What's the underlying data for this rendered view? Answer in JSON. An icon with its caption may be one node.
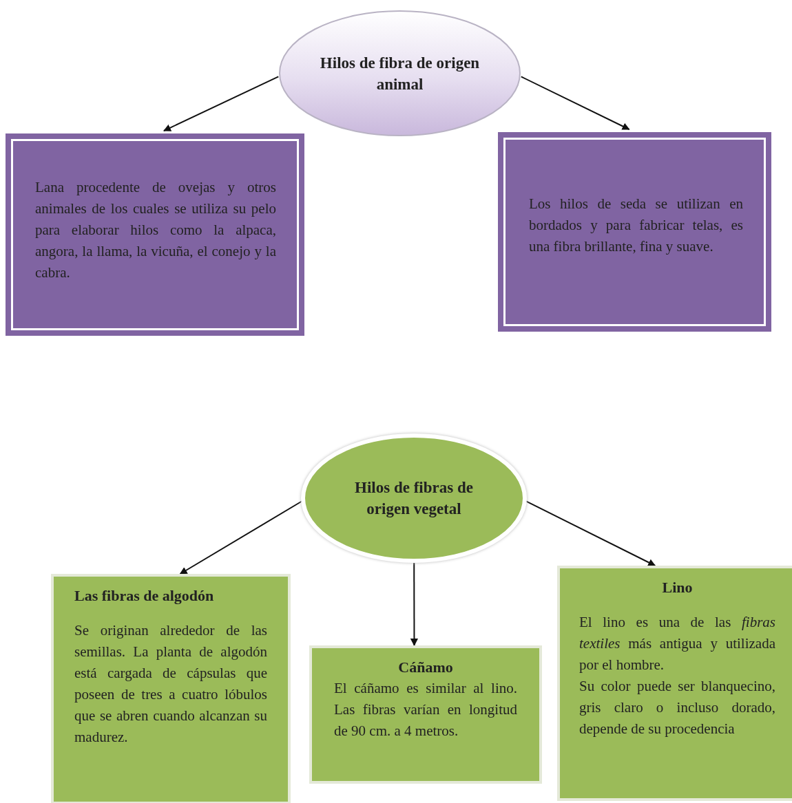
{
  "diagram": {
    "nodes": [
      {
        "text": [
          "Hilos de fibra de origen animal"
        ]
      },
      {
        "text": [
          "Lana procedente de ovejas y otros animales de los cuales se utiliza su pelo para elaborar hilos como la alpaca, angora, la llama, la vicuña, el conejo y la cabra."
        ]
      },
      {
        "text": [
          "Los hilos de seda se utilizan en bordados y para fabricar telas, es una fibra brillante, fina y suave."
        ]
      },
      {
        "text": [
          "Hilos de fibras de origen vegetal"
        ]
      },
      {
        "text": [
          "Las fibras de algodón",
          "Se originan alrededor de las semillas. La planta de algodón está cargada de cápsulas que poseen de tres a cuatro lóbulos que se abren cuando alcanzan su madurez."
        ]
      },
      {
        "text": [
          "Cáñamo",
          "El cáñamo es similar al lino. Las fibras varían en longitud de 90 cm. a 4 metros."
        ]
      },
      {
        "text": [
          "Lino",
          "El lino es una de las *fibras textiles* más antigua y utilizada por el hombre.",
          "Su color puede ser blanquecino, gris claro o incluso dorado, depende de su procedencia"
        ]
      }
    ],
    "edges": [
      {
        "from": 0,
        "to": 1,
        "arrow": "to"
      },
      {
        "from": 0,
        "to": 2,
        "arrow": "to"
      },
      {
        "from": 3,
        "to": 4,
        "arrow": "to"
      },
      {
        "from": 3,
        "to": 5,
        "arrow": "to"
      },
      {
        "from": 3,
        "to": 6,
        "arrow": "to"
      }
    ]
  }
}
